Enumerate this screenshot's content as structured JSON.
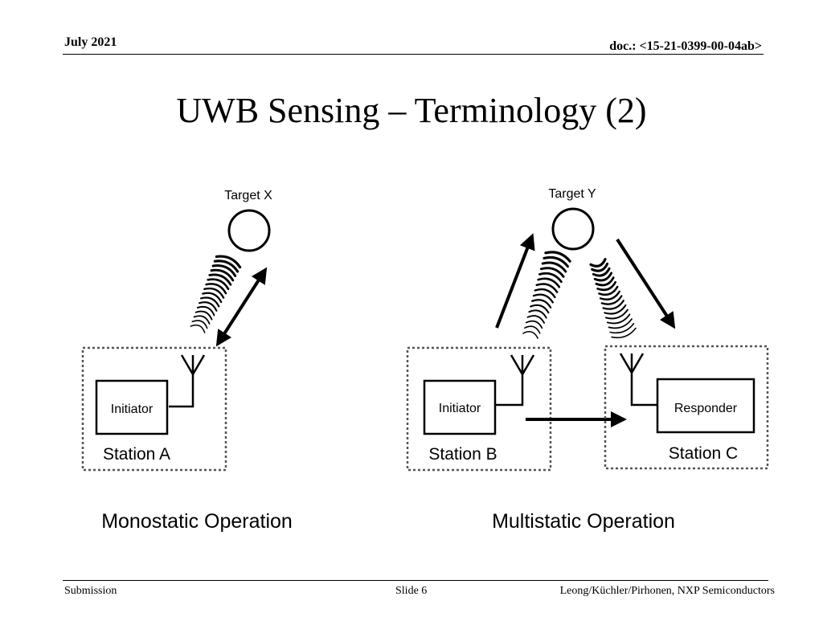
{
  "header": {
    "date": "July 2021",
    "doc": "doc.: <15-21-0399-00-04ab>"
  },
  "title": "UWB Sensing – Terminology (2)",
  "diagram": {
    "targets": [
      {
        "label": "Target X"
      },
      {
        "label": "Target Y"
      }
    ],
    "stations": [
      {
        "name": "Station A",
        "device": "Initiator"
      },
      {
        "name": "Station B",
        "device": "Initiator"
      },
      {
        "name": "Station C",
        "device": "Responder"
      }
    ],
    "captions": {
      "monostatic": "Monostatic Operation",
      "multistatic": "Multistatic Operation"
    }
  },
  "footer": {
    "left": "Submission",
    "center": "Slide 6",
    "right": "Leong/Küchler/Pirhonen, NXP Semiconductors"
  }
}
